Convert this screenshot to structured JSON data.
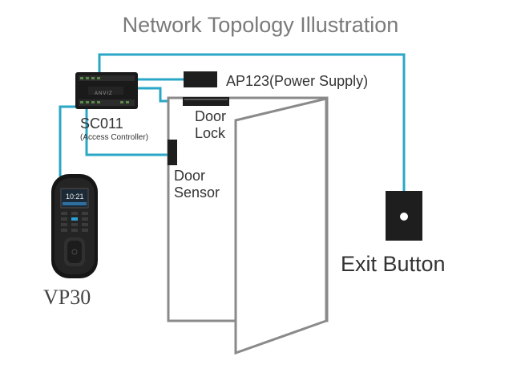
{
  "title": "Network Topology Illustration",
  "devices": {
    "power_supply": {
      "label": "AP123(Power Supply)"
    },
    "door_lock": {
      "label_line1": "Door",
      "label_line2": "Lock"
    },
    "controller": {
      "name": "SC011",
      "subtitle": "(Access Controller)",
      "brand": "ANVIZ"
    },
    "door_sensor": {
      "label_line1": "Door",
      "label_line2": "Sensor"
    },
    "exit_button": {
      "label": "Exit Button"
    },
    "reader": {
      "name": "VP30",
      "screen_time": "10:21"
    }
  },
  "colors": {
    "wire": "#2aa7c6",
    "door_outline": "#8a8a8a",
    "device_dark": "#1e1e1e",
    "title": "#7a7a7a"
  }
}
